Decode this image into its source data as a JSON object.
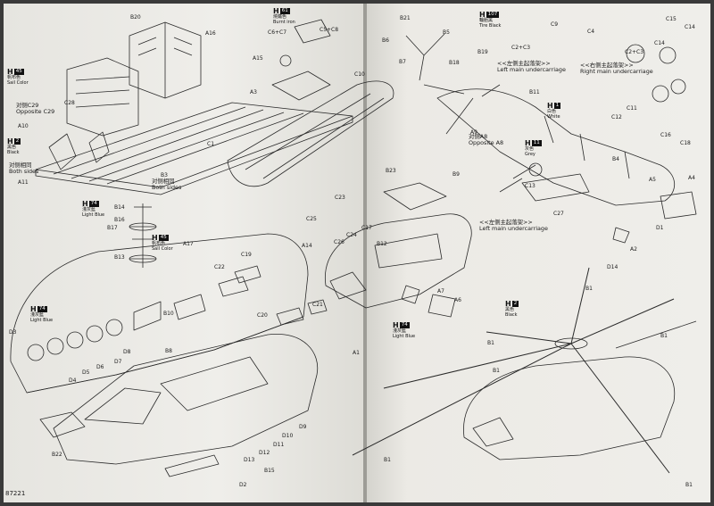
{
  "document": {
    "page_number": "87221"
  },
  "colors": {
    "paper": "#ecebe7",
    "ink": "#1a1a1a",
    "fold": "#9d9c96"
  },
  "paint": [
    {
      "code": "45",
      "cn": "帆布色",
      "en": "Sail Color"
    },
    {
      "code": "2",
      "cn": "黑色",
      "en": "Black"
    },
    {
      "code": "74",
      "cn": "淺灰藍",
      "en": "Light Blue"
    },
    {
      "code": "45",
      "cn": "帆布色",
      "en": "Sail Color"
    },
    {
      "code": "74",
      "cn": "淺灰藍",
      "en": "Light Blue"
    },
    {
      "code": "61",
      "cn": "燒鐵色",
      "en": "Burnt iron"
    },
    {
      "code": "74",
      "cn": "淺灰藍",
      "en": "Light Blue"
    },
    {
      "code": "107",
      "cn": "輪胎黑",
      "en": "Tire Black"
    },
    {
      "code": "1",
      "cn": "白色",
      "en": "White"
    },
    {
      "code": "11",
      "cn": "灰色",
      "en": "Grey"
    },
    {
      "code": "2",
      "cn": "黑色",
      "en": "Black"
    }
  ],
  "notes": {
    "opp_c29_cn": "对侧C29",
    "opp_c29_en": "Opposite C29",
    "both_cn1": "对侧相同",
    "both_en1": "Both sides",
    "both_cn2": "对侧相同",
    "both_en2": "Both sides",
    "opp_a8_cn": "对侧A8",
    "opp_a8_en": "Opposite A8",
    "left_cn1": "<<左侧主起落架>>",
    "left_en1": "Left main undercarriage",
    "right_cn": "<<右侧主起落架>>",
    "right_en": "Right main undercarriage",
    "left_cn2": "<<左侧主起落架>>",
    "left_en2": "Left main undercarriage"
  },
  "parts": {
    "B20": "B20",
    "A16": "A16",
    "C28": "C28",
    "A10": "A10",
    "A11": "A11",
    "C1": "C1",
    "B3": "B3",
    "B14": "B14",
    "B16": "B16",
    "B17": "B17",
    "B13": "B13",
    "A17": "A17",
    "C22": "C22",
    "C19": "C19",
    "B10": "B10",
    "C20": "C20",
    "C21": "C21",
    "D3": "D3",
    "D4": "D4",
    "D5": "D5",
    "D6": "D6",
    "D7": "D7",
    "D8": "D8",
    "B8": "B8",
    "B22": "B22",
    "D9": "D9",
    "D10": "D10",
    "D11": "D11",
    "D12": "D12",
    "D13": "D13",
    "B15": "B15",
    "D2": "D2",
    "A1": "A1",
    "A15": "A15",
    "C6C7": "C6+C7",
    "C5C8": "C5+C8",
    "A3": "A3",
    "C10": "C10",
    "B21": "B21",
    "B5": "B5",
    "B6": "B6",
    "B7": "B7",
    "B23": "B23",
    "B9": "B9",
    "C23": "C23",
    "C25": "C25",
    "C24": "C24",
    "C17": "C17",
    "A14": "A14",
    "C26": "C26",
    "B12": "B12",
    "A7": "A7",
    "A6": "A6",
    "B18": "B18",
    "B19": "B19",
    "B11": "B11",
    "A9": "A9",
    "C9": "C9",
    "C4": "C4",
    "C2C3a": "C2+C3",
    "C15": "C15",
    "C14": "C14",
    "C14b": "C14",
    "C2C3b": "C2+C3",
    "C11": "C11",
    "C12": "C12",
    "C16": "C16",
    "C18": "C18",
    "B4": "B4",
    "A5": "A5",
    "A4": "A4",
    "C13": "C13",
    "C27": "C27",
    "D1": "D1",
    "A2": "A2",
    "D14": "D14",
    "B1a": "B1",
    "B1b": "B1",
    "B1c": "B1",
    "B1d": "B1",
    "B1e": "B1",
    "B1f": "B1"
  }
}
